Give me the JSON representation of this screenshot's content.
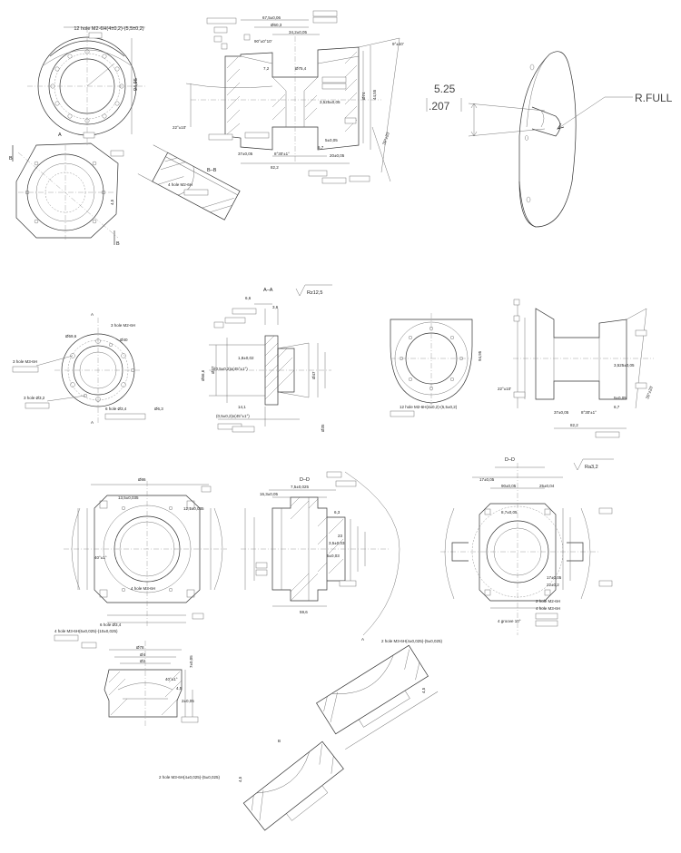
{
  "drawing_1": {
    "top_left": {
      "hole_note": "12 hole M2-6H(4±0,2)-(5,5±0,2)",
      "dia_side": "94,95",
      "section_mark_a": "A",
      "section_mark_b": "B",
      "dim_small": "4,5"
    },
    "section_bb": {
      "label": "B–B",
      "dims": [
        "67,5±0,06",
        "Ø60,3",
        "34,2±0,05",
        "90°±0°10'",
        "7,2",
        "Ø75,4",
        "3,525±0,05",
        "22°±10'",
        "5±0,05",
        "6,7",
        "37±0,05",
        "8°30'±1°",
        "20±0,05",
        "82,2",
        "44,55",
        "Ø74",
        "30°±20'",
        "9°±10'"
      ],
      "note": "4 hole M2-6H"
    }
  },
  "detail_callout": {
    "dim_metric": "5.25",
    "dim_imperial": ".207",
    "radius_label": "R.FULL"
  },
  "drawing_2": {
    "section_label": "A–A",
    "roughness": "Rz12,5",
    "dims_front": [
      "Ø59,6",
      "Ø40",
      "3 hole M2-6H",
      "3 hole M3-6H",
      "3 hole Ø3,2",
      "6 hole Ø3,4",
      "Ø6,3"
    ],
    "dims_section": [
      "6,6",
      "3,6",
      "1,8±0,02",
      "(0,5±0,2)x(45°±1°)",
      "14,1",
      "Ø66,6",
      "Ø47",
      "Ø35"
    ],
    "dims_right": [
      "94,95",
      "12 hole M2-6H(4±0,2)-(5,5±0,2)",
      "3,525±0,05",
      "5±0,05",
      "6,7",
      "37±0,05",
      "8°30'±1°",
      "82,2",
      "22°±10'",
      "30°±20'"
    ]
  },
  "drawing_3": {
    "section_label": "D–D",
    "roughness": "Ra3,2",
    "dims_left": [
      "13,5±0,035",
      "12,1±0,035",
      "4 hole M3-6H",
      "6 hole Ø3,4",
      "40°±1°",
      "Ø86"
    ],
    "dims_mid": [
      "7,5±0,025",
      "16,3±0,05",
      "23",
      "3,5±0,03",
      "5±0,03",
      "6,3",
      "59,6"
    ],
    "dims_right": [
      "17±0,05",
      "90±0,05",
      "25±0,04",
      "8,7±0,05",
      "17±0,05",
      "22±0,2",
      "2 hole M2-6H",
      "4 hole M3-6H",
      "4 groove 10°"
    ],
    "note_left": "4 hole M3-6H(6±0,025)-(10±0,025)",
    "bottom_note_a": "2 hole M3-6H(4±0,025)-(5±0,025)",
    "bottom_note_b": "2 hole M3-6H(4±0,025)-(5±0,025)",
    "dims_bottom": [
      "Ø78",
      "Ø4",
      "Ø2",
      "40°±1°",
      "4,5",
      "2±0,05",
      "7±0,05"
    ],
    "view_a": "A",
    "view_b": "B"
  }
}
